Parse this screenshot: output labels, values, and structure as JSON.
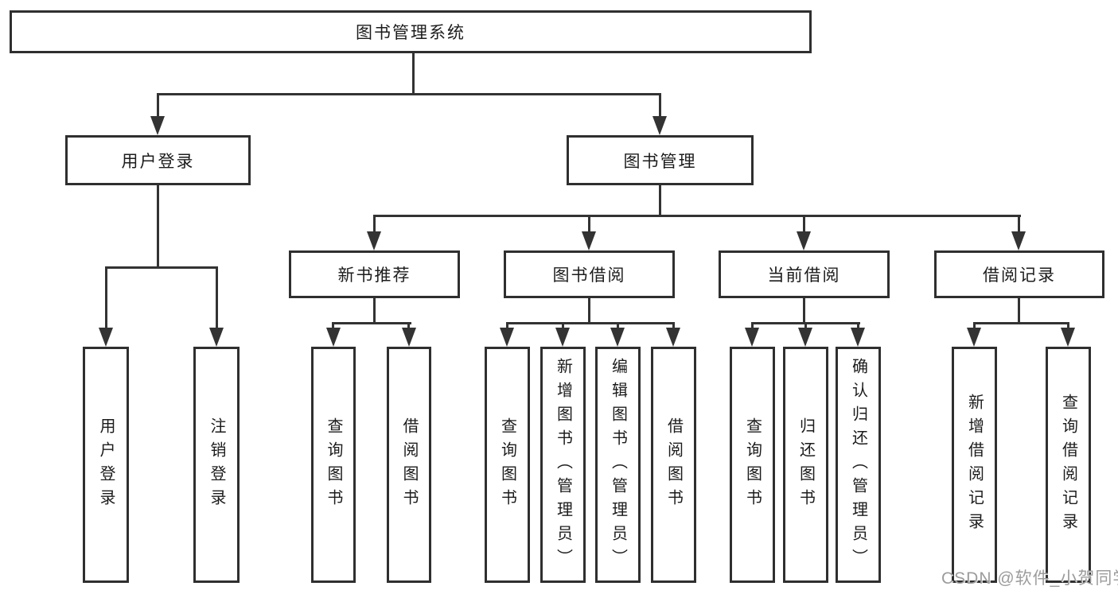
{
  "diagram": {
    "root": {
      "label": "图书管理系统"
    },
    "user_login": {
      "label": "用户登录",
      "children": [
        {
          "label": "用户登录"
        },
        {
          "label": "注销登录"
        }
      ]
    },
    "book_management": {
      "label": "图书管理",
      "sections": [
        {
          "label": "新书推荐",
          "children": [
            {
              "label": "查询图书"
            },
            {
              "label": "借阅图书"
            }
          ]
        },
        {
          "label": "图书借阅",
          "children": [
            {
              "label": "查询图书"
            },
            {
              "label": "新增图书（管理员）"
            },
            {
              "label": "编辑图书（管理员）"
            },
            {
              "label": "借阅图书"
            }
          ]
        },
        {
          "label": "当前借阅",
          "children": [
            {
              "label": "查询图书"
            },
            {
              "label": "归还图书"
            },
            {
              "label": "确认归还（管理员）"
            }
          ]
        },
        {
          "label": "借阅记录",
          "children": [
            {
              "label": "新增借阅记录"
            },
            {
              "label": "查询借阅记录"
            }
          ]
        }
      ]
    }
  },
  "watermark": {
    "text": "CSDN @软件_小贺同学"
  },
  "colors": {
    "line": "#333333",
    "box_border": "#2f2f2f",
    "text": "#1c1c1c",
    "watermark": "#9c9c9c",
    "background": "#ffffff"
  }
}
